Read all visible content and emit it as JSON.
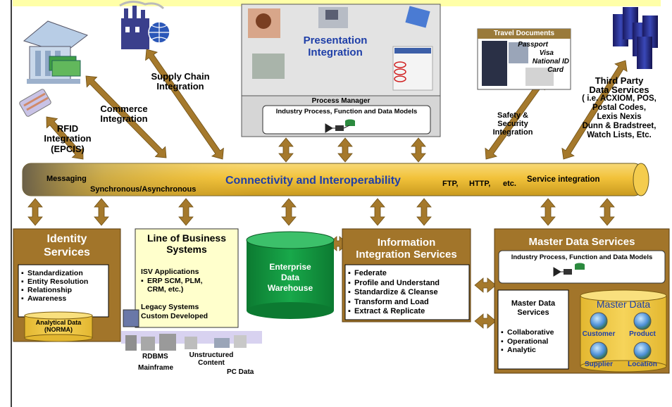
{
  "colors": {
    "bus_gold": "#f2c23a",
    "bus_dark": "#6b6048",
    "arrow_brown": "#a5792c",
    "panel_brown": "#a2752a",
    "lob_yellow": "#ffffcc",
    "warehouse_green": "#12933e",
    "title_blue": "#1f3fa8",
    "top_banner": "#ffffa8"
  },
  "bus": {
    "title": "Connectivity and Interoperability",
    "messaging": "Messaging",
    "sync": "Synchronous/Asynchronous",
    "protocols": [
      "FTP,",
      "HTTP,",
      "etc."
    ],
    "service_integration": "Service integration"
  },
  "top": {
    "rfid": [
      "RFID",
      "Integration",
      "(EPCIS)"
    ],
    "commerce": [
      "Commerce",
      "Integration"
    ],
    "supply_chain": [
      "Supply Chain",
      "Integration"
    ],
    "presentation": [
      "Presentation",
      "Integration"
    ],
    "process_manager": "Process Manager",
    "process_models": "Industry Process,  Function and Data Models",
    "travel_documents": "Travel Documents",
    "travel_items": [
      "Passport",
      "Visa",
      "National ID",
      "Card"
    ],
    "safety": [
      "Safety &",
      "Security",
      "Integration"
    ],
    "third_party": [
      "Third Party",
      "Data Services",
      "( i.e. ACXIOM, POS,",
      "Postal Codes,",
      "Lexis Nexis",
      "Dunn & Bradstreet,",
      "Watch Lists, Etc."
    ]
  },
  "identity": {
    "title": [
      "Identity",
      "Services"
    ],
    "items": [
      "Standardization",
      "Entity Resolution",
      "Relationship",
      "Awareness"
    ],
    "analytical": [
      "Analytical Data",
      "(NORMA)"
    ]
  },
  "lob": {
    "title": [
      "Line of Business",
      "Systems"
    ],
    "isv": "ISV Applications",
    "isv_items": [
      "ERP SCM, PLM,",
      "CRM, etc.)"
    ],
    "legacy": [
      "Legacy Systems",
      "Custom Developed"
    ],
    "rdbms": "RDBMS",
    "unstructured": [
      "Unstructured",
      "Content"
    ],
    "mainframe": "Mainframe",
    "pc": "PC Data"
  },
  "warehouse": {
    "lines": [
      "Enterprise",
      "Data",
      "Warehouse"
    ]
  },
  "info": {
    "title": [
      "Information",
      "Integration Services"
    ],
    "items": [
      "Federate",
      "Profile and Understand",
      "Standardize & Cleanse",
      "Transform and Load",
      "Extract & Replicate"
    ]
  },
  "mds": {
    "title": "Master Data Services",
    "models": "Industry Process,  Function and Data Models",
    "sub_title": [
      "Master Data",
      "Services"
    ],
    "sub_items": [
      "Collaborative",
      "Operational",
      "Analytic"
    ],
    "master_data": "Master Data",
    "domains": [
      "Customer",
      "Product",
      "Supplier",
      "Location"
    ]
  }
}
